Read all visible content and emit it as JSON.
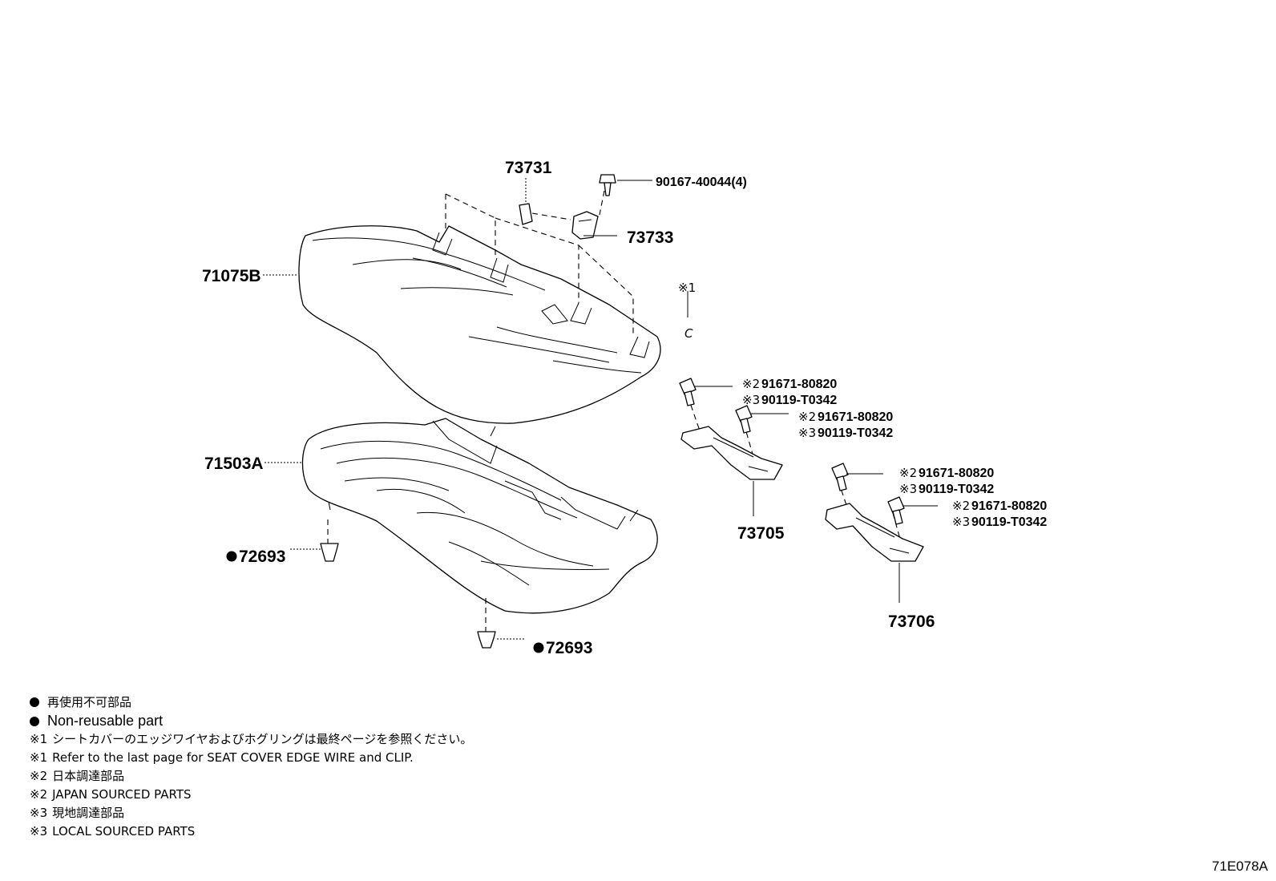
{
  "part_labels": {
    "cushion_cover": "71075B",
    "cushion_pad": "71503A",
    "clip_left": "72693",
    "clip_right": "72693",
    "bracket_small": "73731",
    "bracket_hook": "73733",
    "screw_top": "90167-40044(4)",
    "striker_left": "73705",
    "striker_right": "73706",
    "ref_note_mark": "※1",
    "ref_c": "C"
  },
  "bolts": [
    {
      "ref2": "※2",
      "pn2": "91671-80820",
      "ref3": "※3",
      "pn3": "90119-T0342"
    },
    {
      "ref2": "※2",
      "pn2": "91671-80820",
      "ref3": "※3",
      "pn3": "90119-T0342"
    },
    {
      "ref2": "※2",
      "pn2": "91671-80820",
      "ref3": "※3",
      "pn3": "90119-T0342"
    },
    {
      "ref2": "※2",
      "pn2": "91671-80820",
      "ref3": "※3",
      "pn3": "90119-T0342"
    }
  ],
  "legend": {
    "nonreusable_jp": "再使用不可部品",
    "nonreusable_en": "Non-reusable part",
    "note1_ref": "※1",
    "note1_jp": "シートカバーのエッジワイヤおよびホグリングは最終ページを参照ください。",
    "note1_en": "Refer to the last page for SEAT COVER EDGE WIRE and CLIP.",
    "note2_ref": "※2",
    "note2_jp": "日本調達部品",
    "note2_en": "JAPAN SOURCED PARTS",
    "note3_ref": "※3",
    "note3_jp": "現地調達部品",
    "note3_en": "LOCAL SOURCED PARTS"
  },
  "drawing_code": "71E078A"
}
